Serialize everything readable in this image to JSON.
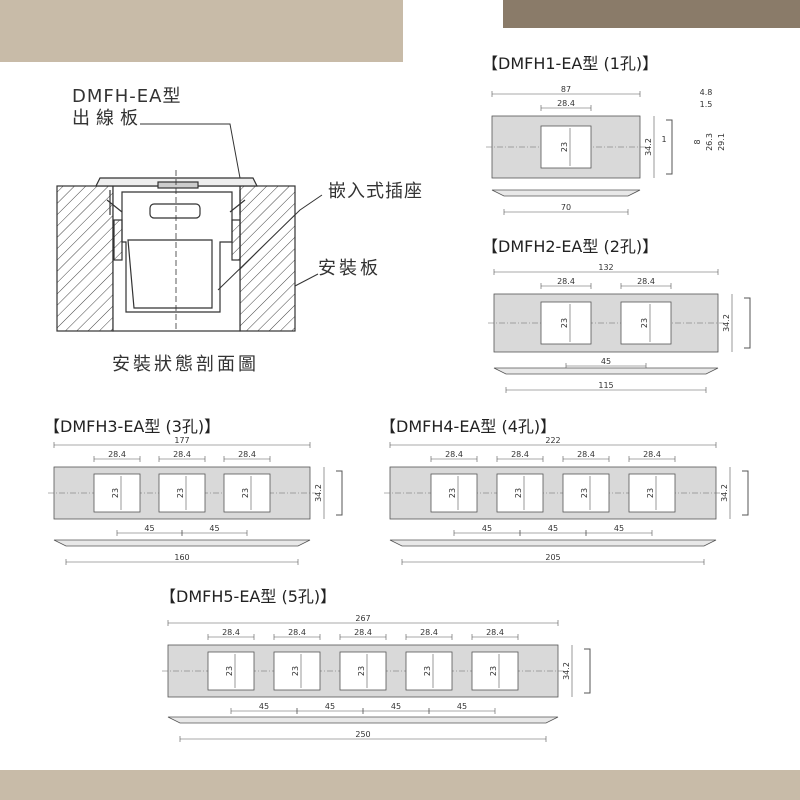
{
  "colors": {
    "band_light": "#c8bba8",
    "band_dark": "#8a7b69",
    "plate": "#d9d9d9",
    "hatch": "#444444"
  },
  "section": {
    "label_panel": [
      "DMFH-EA型",
      "出線板"
    ],
    "label_socket": "嵌入式插座",
    "label_mount": "安裝板",
    "caption": "安裝狀態剖面圖"
  },
  "models": [
    {
      "id": "m1",
      "title": "【DMFH1-EA型 (1孔)】",
      "holes": 1,
      "width": "87",
      "hole_w": "28.4",
      "hole_h": "23",
      "height": "34.2",
      "bottom": "70",
      "pitch": ""
    },
    {
      "id": "m2",
      "title": "【DMFH2-EA型 (2孔)】",
      "holes": 2,
      "width": "132",
      "hole_w": "28.4",
      "hole_h": "23",
      "height": "34.2",
      "bottom": "115",
      "pitch": "45"
    },
    {
      "id": "m3",
      "title": "【DMFH3-EA型 (3孔)】",
      "holes": 3,
      "width": "177",
      "hole_w": "28.4",
      "hole_h": "23",
      "height": "34.2",
      "bottom": "160",
      "pitch": "45"
    },
    {
      "id": "m4",
      "title": "【DMFH4-EA型 (4孔)】",
      "holes": 4,
      "width": "222",
      "hole_w": "28.4",
      "hole_h": "23",
      "height": "34.2",
      "bottom": "205",
      "pitch": "45"
    },
    {
      "id": "m5",
      "title": "【DMFH5-EA型 (5孔)】",
      "holes": 5,
      "width": "267",
      "hole_w": "28.4",
      "hole_h": "23",
      "height": "34.2",
      "bottom": "250",
      "pitch": "45"
    }
  ],
  "side_dims": {
    "t1": "4.8",
    "t2": "1.5",
    "d1": "1",
    "d2": "8",
    "d3": "26.3",
    "d4": "29.1"
  }
}
